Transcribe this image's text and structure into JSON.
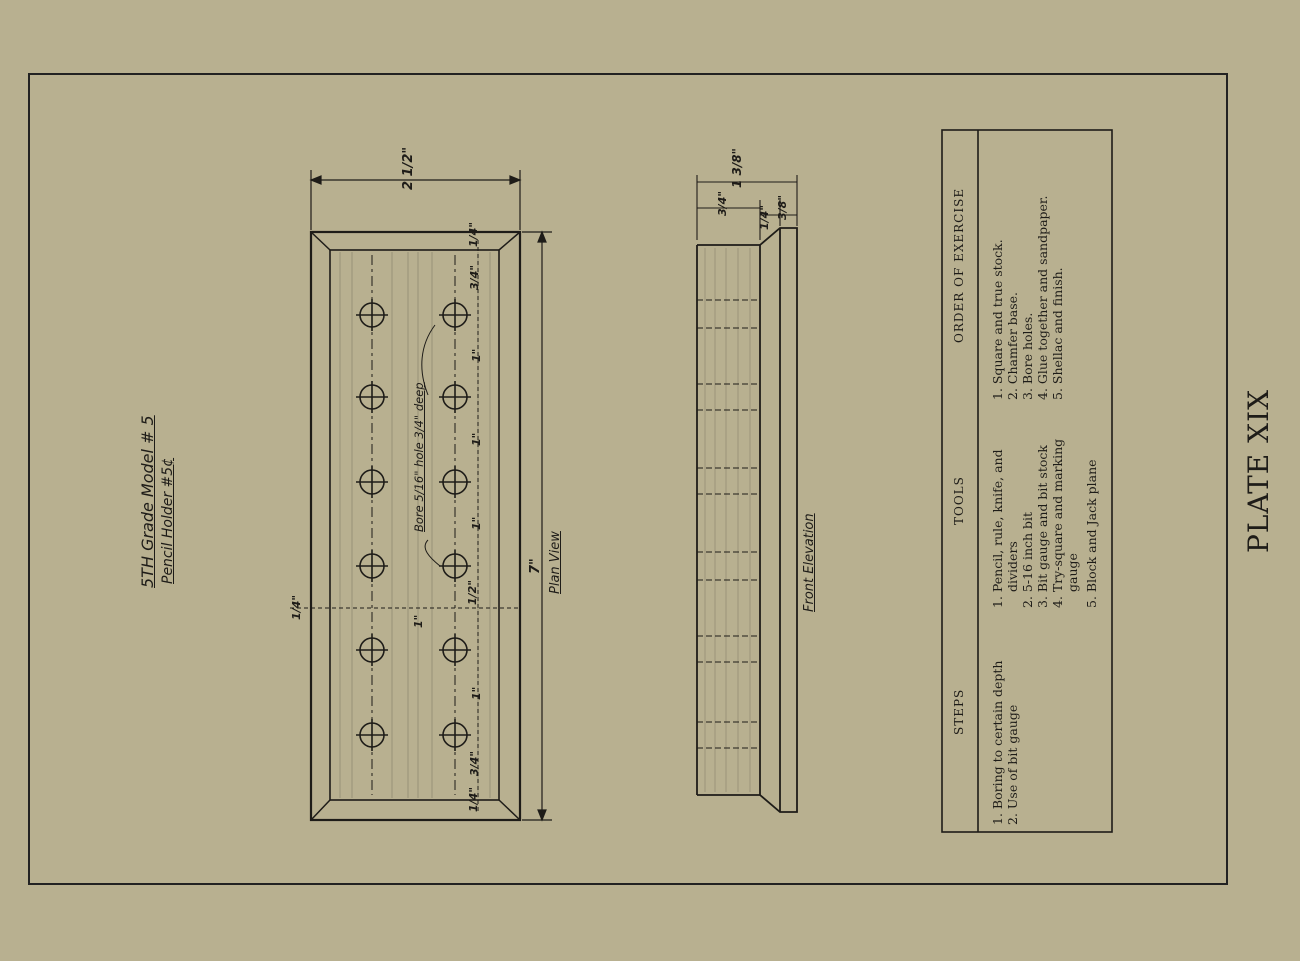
{
  "plate_label": "PLATE XIX",
  "title": {
    "line1": "5TH Grade Model # 5",
    "line2": "Pencil Holder #5¢"
  },
  "views": {
    "plan": "Plan View",
    "front": "Front Elevation"
  },
  "annotation": "Bore 5/16\" hole 3/4\" deep",
  "dimensions": {
    "width": "2 1/2\"",
    "length": "7\"",
    "end_margin": "1/4\"",
    "hole_offset": "3/4\"",
    "hole_spacing": "1\"",
    "mid_spacing": "1/2\"",
    "mid_quarter": "1/4\"",
    "height_total": "1 3/8\"",
    "height_top": "3/4\"",
    "height_mid": "1/4\"",
    "height_base": "3/8\""
  },
  "table": {
    "headers": {
      "steps": "STEPS",
      "tools": "TOOLS",
      "order": "ORDER OF EXERCISE"
    },
    "steps": [
      "1. Boring to certain depth",
      "2. Use of bit gauge"
    ],
    "tools": [
      "1. Pencil, rule, knife, and",
      "dividers",
      "2. 5-16 inch bit",
      "3. Bit gauge and bit stock",
      "4. Try-square and marking",
      "gauge",
      "5. Block and Jack plane"
    ],
    "order": [
      "1. Square and true stock.",
      "2. Chamfer base.",
      "3. Bore holes.",
      "4. Glue together and sandpaper.",
      "5. Shellac and finish."
    ]
  },
  "colors": {
    "paper": "#b8b090",
    "ink": "#1e1c18"
  }
}
